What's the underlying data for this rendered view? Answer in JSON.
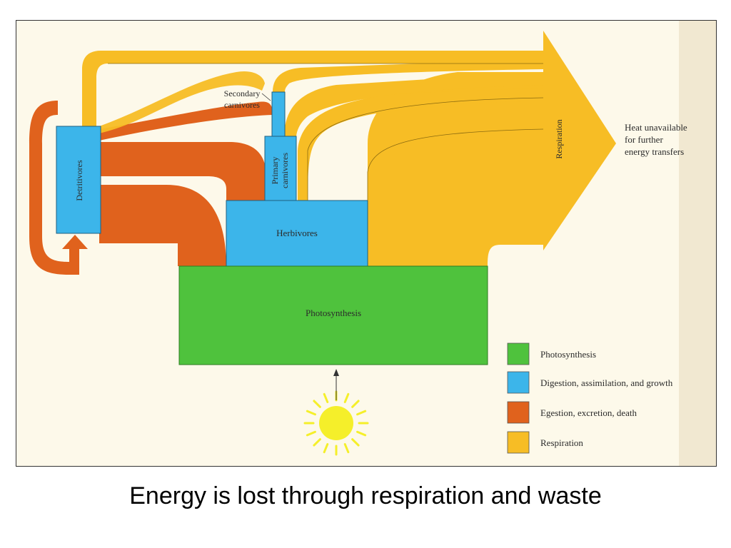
{
  "slide": {
    "caption": "Energy is lost through respiration and waste"
  },
  "diagram": {
    "colors": {
      "photosynthesis": "#4fc23d",
      "digestion": "#3cb5ea",
      "egestion": "#e0621d",
      "respiration": "#f7bd25",
      "paper": "#fdf9ea",
      "sun": "#f5ef2a"
    },
    "boxes": {
      "photosynthesis": "Photosynthesis",
      "herbivores": "Herbivores",
      "primary_carnivores_line1": "Primary",
      "primary_carnivores_line2": "carnivores",
      "secondary_carnivores_line1": "Secondary",
      "secondary_carnivores_line2": "carnivores",
      "detritivores": "Detritivores"
    },
    "arrow_label": "Respiration",
    "heat_label": [
      "Heat unavailable",
      "for further",
      "energy transfers"
    ],
    "sun_icon": "sun-icon",
    "legend": [
      {
        "key": "photosynthesis",
        "label": "Photosynthesis"
      },
      {
        "key": "digestion",
        "label": "Digestion, assimilation, and growth"
      },
      {
        "key": "egestion",
        "label": "Egestion, excretion, death"
      },
      {
        "key": "respiration",
        "label": "Respiration"
      }
    ]
  }
}
